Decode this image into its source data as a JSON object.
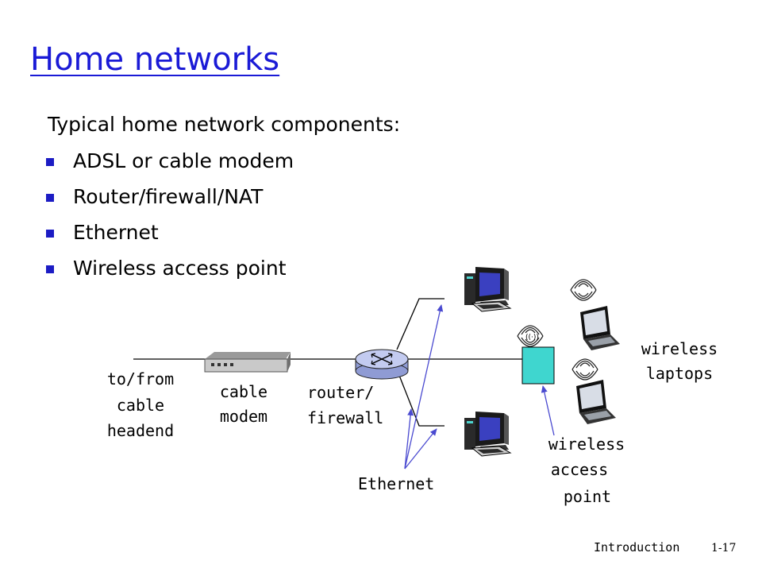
{
  "slide": {
    "title": "Home networks",
    "subtitle": "Typical home network components:",
    "bullets": [
      "ADSL or cable modem",
      "Router/firewall/NAT",
      "Ethernet",
      "Wireless access point"
    ]
  },
  "diagram": {
    "labels": {
      "to_from": [
        "to/from",
        "cable",
        "headend"
      ],
      "cable_modem": [
        "cable",
        "modem"
      ],
      "router": [
        "router/",
        "firewall"
      ],
      "ethernet": "Ethernet",
      "wireless_ap": [
        "wireless",
        "access",
        "point"
      ],
      "wireless_laptops": [
        "wireless",
        "laptops"
      ]
    },
    "colors": {
      "bullet": "#1c1cc4",
      "title": "#1a1ad6",
      "access_point": "#3fd6cf",
      "router": "#b9c4ee",
      "arrow": "#4a4ad0"
    }
  },
  "footer": {
    "section": "Introduction",
    "page": "1-17"
  }
}
